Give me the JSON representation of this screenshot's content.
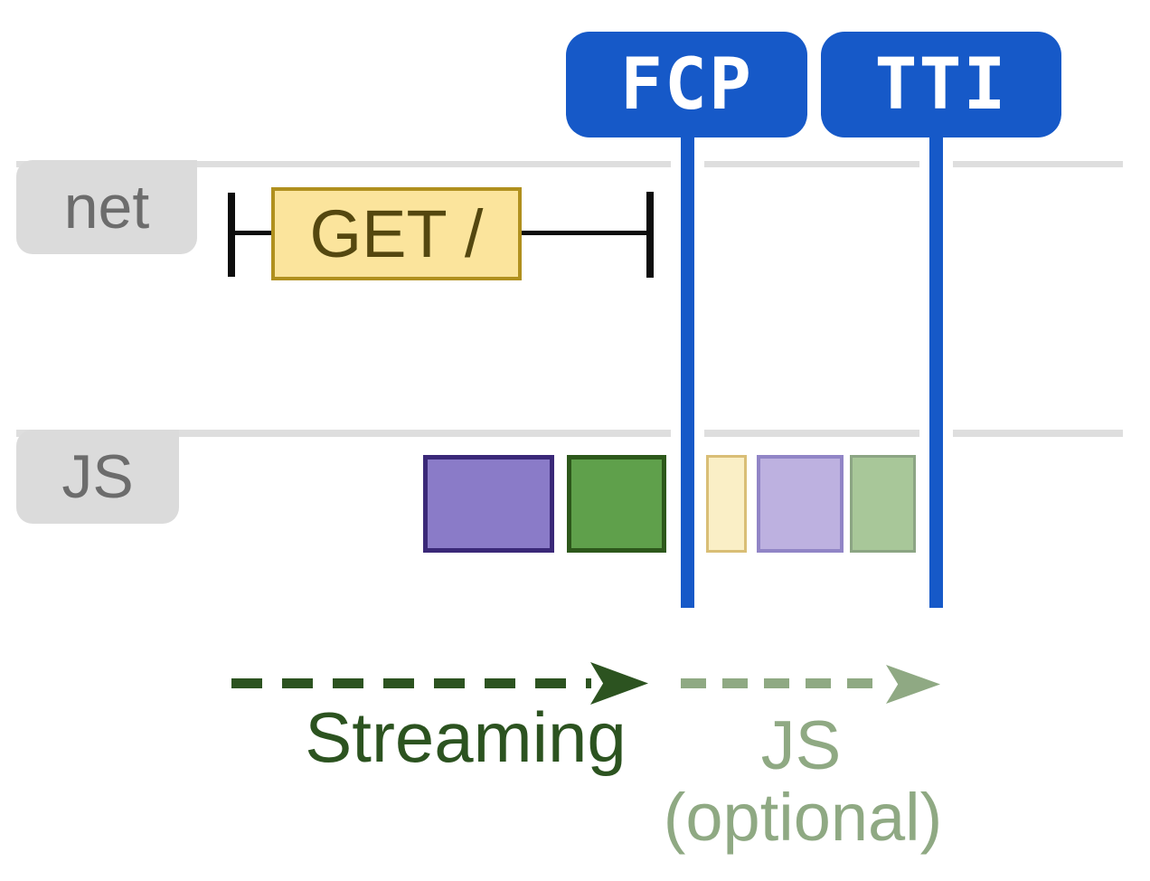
{
  "diagram": {
    "title_meaning": "Streaming server-rendering timeline with FCP and TTI markers",
    "metric_badges": [
      {
        "id": "fcp",
        "label": "FCP"
      },
      {
        "id": "tti",
        "label": "TTI"
      }
    ],
    "tracks": [
      {
        "id": "net",
        "label": "net"
      },
      {
        "id": "js",
        "label": "JS"
      }
    ],
    "network_request": {
      "label": "GET /"
    },
    "js_blocks": [
      {
        "name": "js-chunk-solid-purple",
        "fill": "#8a7bc8",
        "border": "#3a2878",
        "style": "background:#8a7bc8;border-color:#3a2878"
      },
      {
        "name": "js-chunk-solid-green",
        "fill": "#5fa04b",
        "border": "#2d581b",
        "style": "background:#5fa04b;border-color:#2d581b"
      },
      {
        "name": "js-chunk-faded-yellow",
        "fill": "#faefc6",
        "border": "#d9be76",
        "style": "background:#faefc6;border-color:#d9be76"
      },
      {
        "name": "js-chunk-faded-purple",
        "fill": "#bdb1e0",
        "border": "#9185c6",
        "style": "background:#bdb1e0;border-color:#9185c6"
      },
      {
        "name": "js-chunk-faded-green",
        "fill": "#a8c799",
        "border": "#8ca584",
        "style": "background:#a8c799;border-color:#8ca584"
      }
    ],
    "arrows": [
      {
        "id": "streaming",
        "label": "Streaming"
      },
      {
        "id": "js-optional",
        "label": "JS",
        "sublabel": "(optional)"
      }
    ],
    "colors": {
      "metric_blue": "#1659c8",
      "track_line_gray": "#dedede",
      "track_label_bg": "#dbdbdb",
      "track_label_text": "#6c6c6c",
      "request_fill": "#fbe49c",
      "request_border": "#b0901e",
      "request_text": "#54470f",
      "tick_black": "#0d0d0d",
      "streaming_green": "#2c5320",
      "optional_green": "#8fa983"
    }
  }
}
